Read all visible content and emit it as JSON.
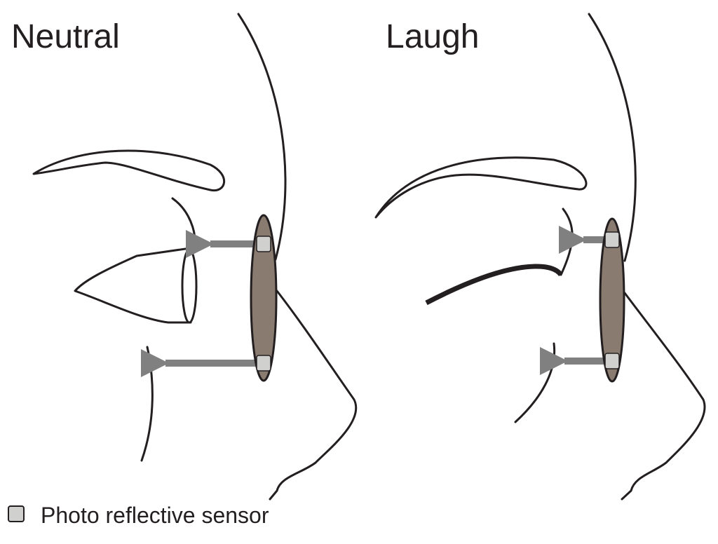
{
  "panels": [
    {
      "title": "Neutral"
    },
    {
      "title": "Laugh"
    }
  ],
  "legend": {
    "label": "Photo reflective sensor",
    "icon": "sensor-square-icon"
  },
  "colors": {
    "line": "#231f20",
    "sensor_body": "#8a7b70",
    "sensor": "#d0d0ce",
    "arrow": "#808080"
  }
}
